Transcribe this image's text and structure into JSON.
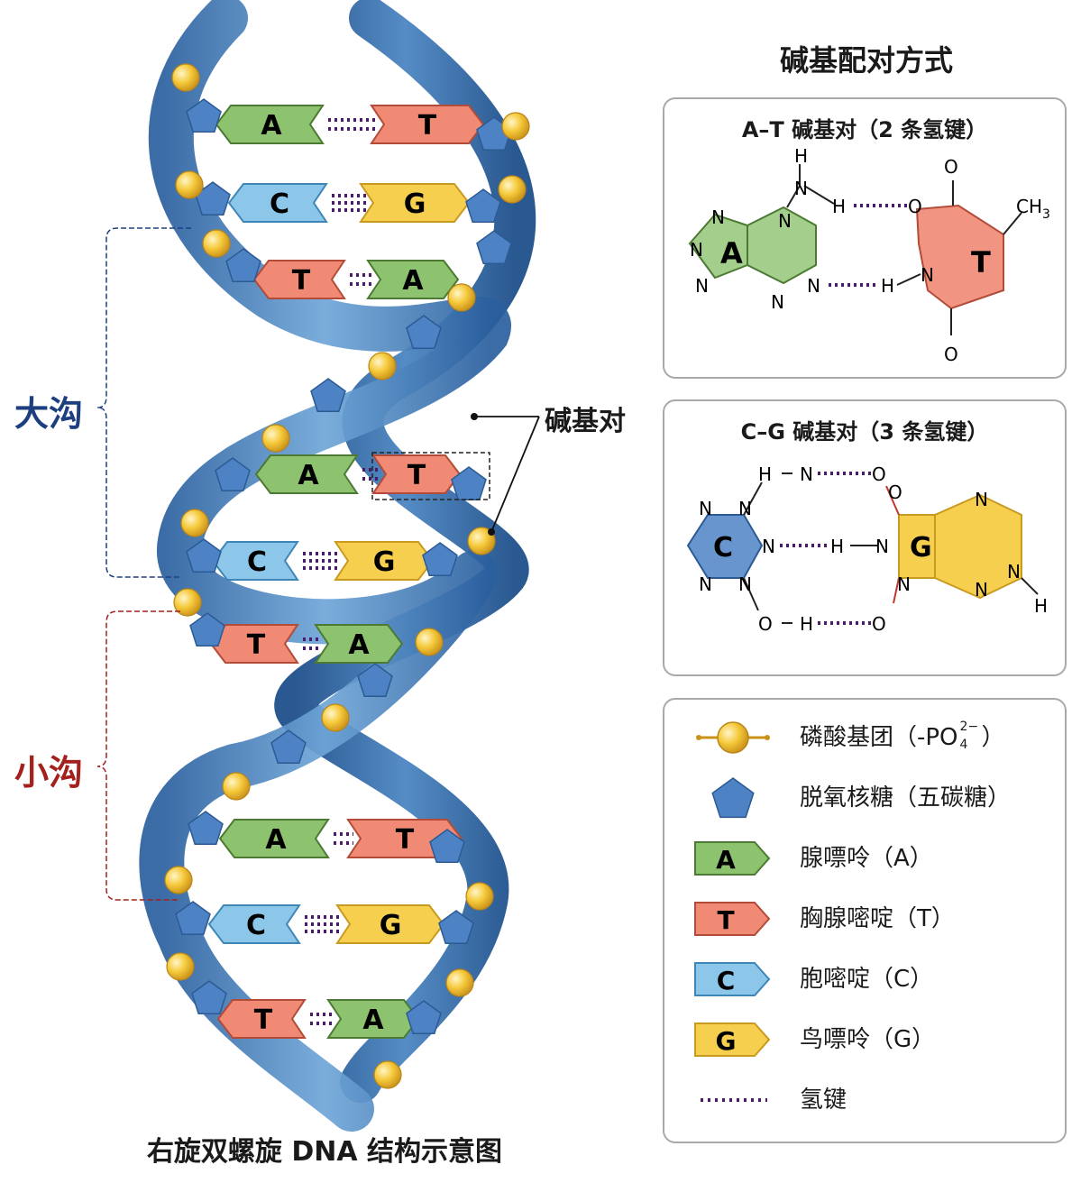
{
  "helix": {
    "base_pairs": [
      {
        "left": "A",
        "right": "T"
      },
      {
        "left": "C",
        "right": "G"
      },
      {
        "left": "T",
        "right": "A"
      },
      {
        "left": "A",
        "right": "T"
      },
      {
        "left": "C",
        "right": "G"
      },
      {
        "left": "T",
        "right": "A"
      },
      {
        "left": "A",
        "right": "T"
      },
      {
        "left": "C",
        "right": "G"
      },
      {
        "left": "T",
        "right": "A"
      }
    ],
    "major_groove": "大沟",
    "minor_groove": "小沟",
    "base_pair_callout": "碱基对",
    "caption": "右旋双螺旋 DNA 结构示意图"
  },
  "pairing": {
    "title": "碱基配对方式",
    "at": {
      "title": "A–T 碱基对（2 条氢键）",
      "atoms": {
        "A": "A",
        "T": "T",
        "N": "N",
        "H": "H",
        "O": "O",
        "CH3": "CH",
        "sub3": "3"
      }
    },
    "cg": {
      "title": "C–G 碱基对（3 条氢键）",
      "atoms": {
        "C": "C",
        "G": "G",
        "N": "N",
        "H": "H",
        "O": "O"
      }
    }
  },
  "legend": {
    "items": [
      {
        "icon": "phosphate-icon",
        "label": "磷酸基团（-PO",
        "sub": "4",
        "sup": "2−",
        "tail": "）"
      },
      {
        "icon": "pentose-icon",
        "label": "脱氧核糖（五碳糖）"
      },
      {
        "icon": "adenine-icon",
        "letter": "A",
        "label": "腺嘌呤（A）"
      },
      {
        "icon": "thymine-icon",
        "letter": "T",
        "label": "胸腺嘧啶（T）"
      },
      {
        "icon": "cytosine-icon",
        "letter": "C",
        "label": "胞嘧啶（C）"
      },
      {
        "icon": "guanine-icon",
        "letter": "G",
        "label": "鸟嘌呤（G）"
      },
      {
        "icon": "hydrogen-bond-icon",
        "label": "氢键"
      }
    ]
  },
  "colors": {
    "A": "#8dc26f",
    "T": "#f08a74",
    "C": "#8cc7ea",
    "G": "#f7cf4f",
    "backbone": "#3b77b5",
    "sugar": "#4d82c4",
    "phosphate": "#f2c230",
    "hbond": "#4b1a6b",
    "major": "#1d3f80",
    "minor": "#a3201c"
  }
}
